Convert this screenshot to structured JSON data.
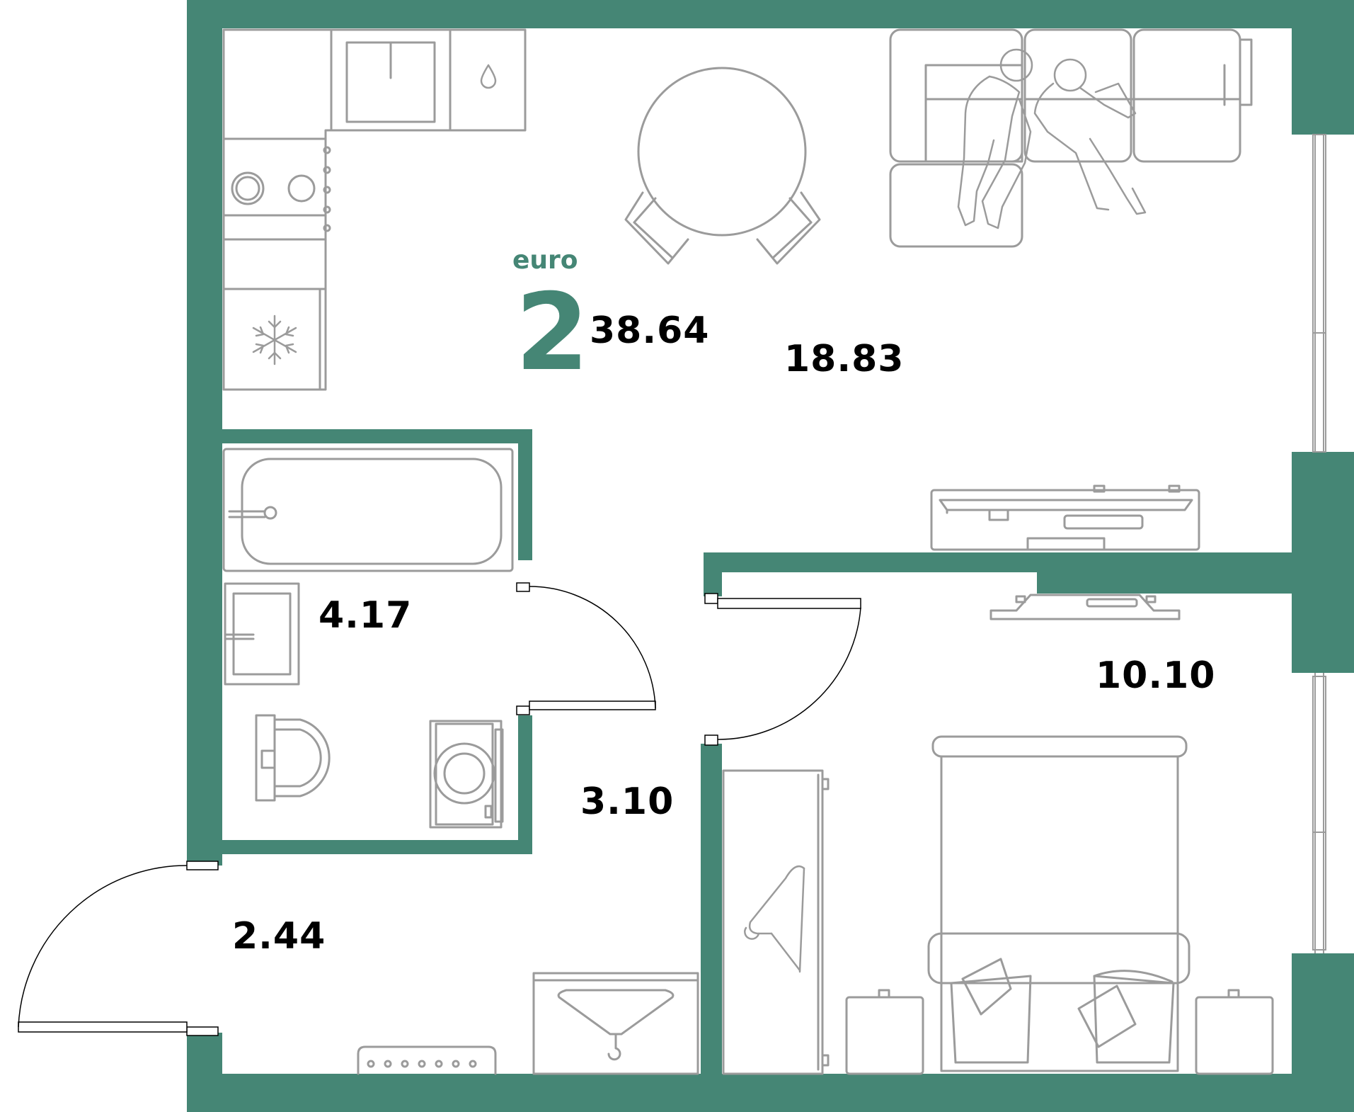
{
  "colors": {
    "wall": "#458675",
    "furniture": "#9b9b9b",
    "text": "#000000",
    "accent": "#458675",
    "door": "#000000"
  },
  "apartment": {
    "type": "euro",
    "rooms": "2",
    "total_area": "38.64"
  },
  "rooms": [
    {
      "name": "living-kitchen",
      "area": "18.83"
    },
    {
      "name": "bathroom",
      "area": "4.17"
    },
    {
      "name": "corridor",
      "area": "3.10"
    },
    {
      "name": "bedroom",
      "area": "10.10"
    },
    {
      "name": "entrance-hall",
      "area": "2.44"
    }
  ],
  "icons": [
    "snowflake-icon",
    "water-drop-icon",
    "hanger-icon"
  ]
}
